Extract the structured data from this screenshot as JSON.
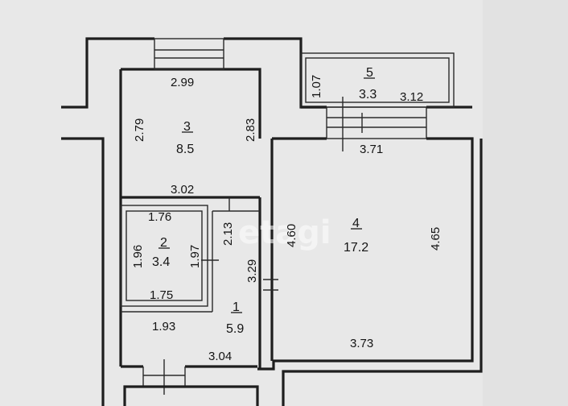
{
  "rooms": [
    {
      "id": "room-1",
      "number": "1",
      "area": "5.9"
    },
    {
      "id": "room-2",
      "number": "2",
      "area": "3.4"
    },
    {
      "id": "room-3",
      "number": "3",
      "area": "8.5"
    },
    {
      "id": "room-4",
      "number": "4",
      "area": "17.2"
    },
    {
      "id": "room-5",
      "number": "5",
      "area": "3.3"
    }
  ],
  "dimensions": {
    "room3_top": "2.99",
    "room3_left": "2.79",
    "room3_right": "2.83",
    "room3_bottom": "3.02",
    "room5_height": "1.07",
    "room5_width": "3.12",
    "room4_top": "3.71",
    "room4_left": "4.60",
    "room4_right": "4.65",
    "room4_bottom": "3.73",
    "room2_top": "1.76",
    "room2_left": "1.96",
    "room2_right": "1.97",
    "room2_bottom": "1.75",
    "room1_upper": "2.13",
    "room1_middle": "3.29",
    "room1_left": "1.93",
    "room1_bottom": "3.04"
  },
  "watermark": "etagi"
}
